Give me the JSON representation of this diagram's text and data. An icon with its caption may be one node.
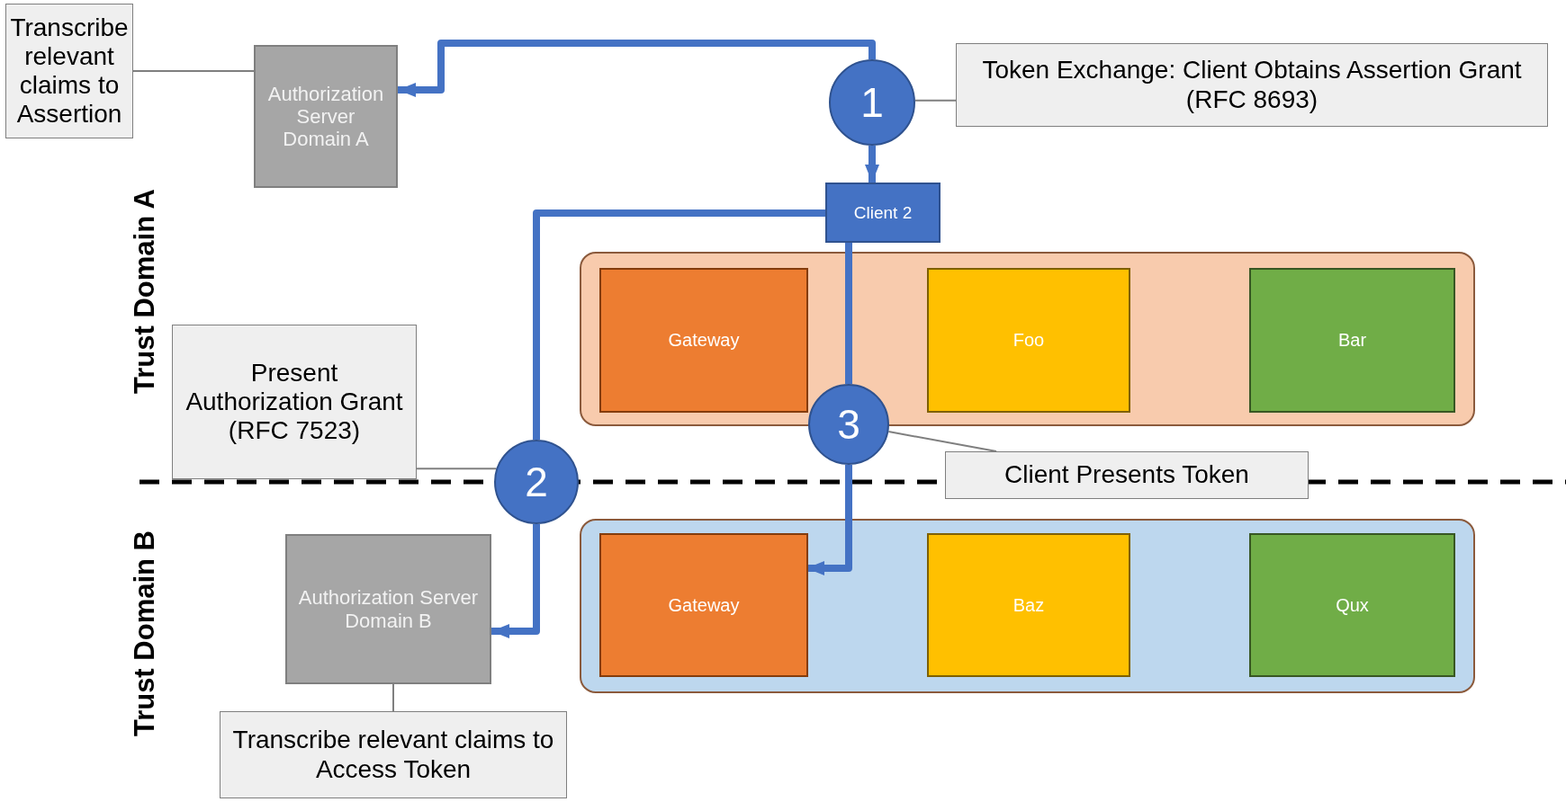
{
  "diagram": {
    "nodes": [
      {
        "text": [
          "Transcribe relevant claims to Assertion"
        ]
      },
      {
        "text": [
          "Authorization Server Domain A"
        ]
      },
      {
        "text": [
          "1"
        ]
      },
      {
        "text": [
          "Token Exchange: Client Obtains Assertion Grant (RFC 8693)"
        ]
      },
      {
        "text": [
          "Client 2"
        ]
      },
      {
        "text": [],
        "shape": "box"
      },
      {
        "text": [
          "Gateway"
        ],
        "in": 5
      },
      {
        "text": [
          "Foo"
        ],
        "in": 5
      },
      {
        "text": [
          "Bar"
        ],
        "in": 5
      },
      {
        "text": [
          "Present Authorization Grant (RFC 7523)"
        ]
      },
      {
        "text": [
          "2"
        ]
      },
      {
        "text": [
          "3"
        ]
      },
      {
        "text": [
          "Client Presents Token"
        ]
      },
      {
        "text": [
          "Authorization Server Domain B"
        ]
      },
      {
        "text": [],
        "shape": "box"
      },
      {
        "text": [
          "Gateway"
        ],
        "in": 14
      },
      {
        "text": [
          "Baz"
        ],
        "in": 14
      },
      {
        "text": [
          "Qux"
        ],
        "in": 14
      },
      {
        "text": [
          "Transcribe relevant claims to Access Token"
        ]
      }
    ],
    "edges": [
      {
        "from": 2,
        "to": 1,
        "arrow": "to"
      },
      {
        "from": 2,
        "to": 4,
        "arrow": "to"
      },
      {
        "from": 4,
        "to": 10,
        "arrow": "none"
      },
      {
        "from": 10,
        "to": 13,
        "arrow": "to"
      },
      {
        "from": 4,
        "to": 11,
        "arrow": "none"
      },
      {
        "from": 11,
        "to": 15,
        "arrow": "to"
      },
      {
        "from": 0,
        "to": 1,
        "arrow": "none",
        "color": "#7f7f7f"
      },
      {
        "from": 3,
        "to": 2,
        "arrow": "none",
        "color": "#7f7f7f"
      },
      {
        "from": 9,
        "to": 10,
        "arrow": "none",
        "color": "#7f7f7f"
      },
      {
        "from": 12,
        "to": 11,
        "arrow": "none",
        "color": "#7f7f7f"
      },
      {
        "from": 18,
        "to": 13,
        "arrow": "none",
        "color": "#7f7f7f"
      }
    ],
    "labels": [
      "Trust Domain A",
      "Trust Domain B"
    ]
  }
}
